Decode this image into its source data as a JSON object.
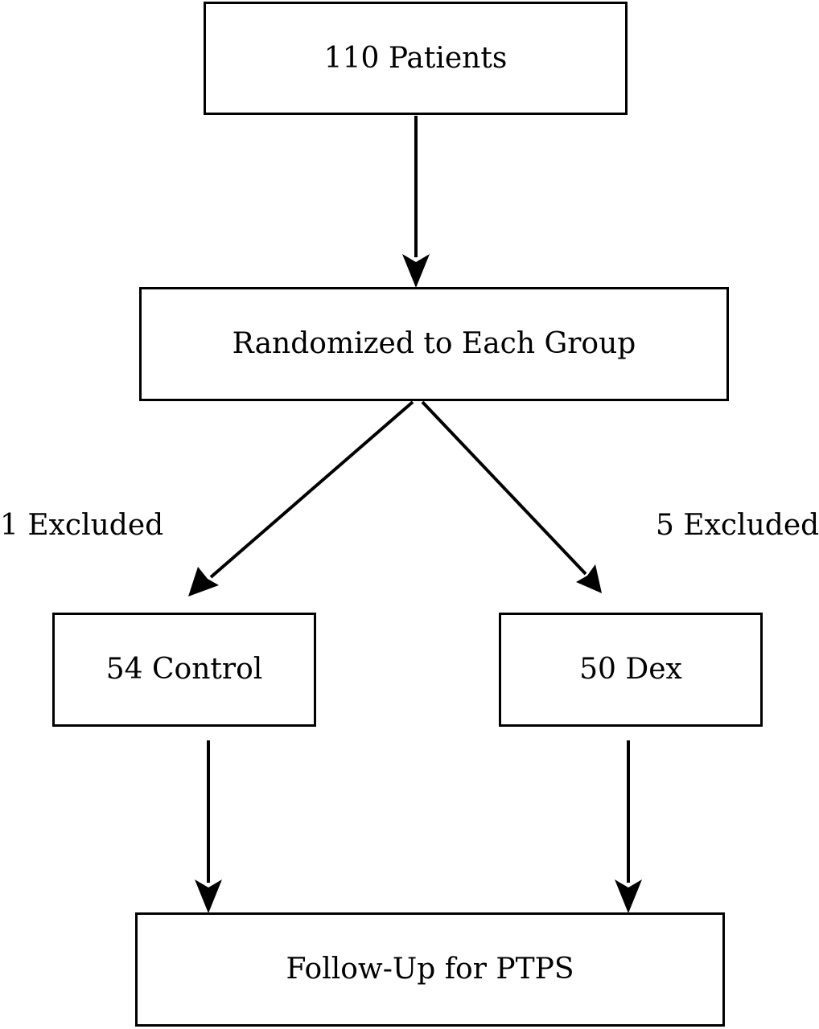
{
  "nodes": {
    "patients": "110 Patients",
    "randomized": "Randomized to Each Group",
    "control": "54 Control",
    "dex": "50 Dex",
    "follow_up": "Follow-Up for PTPS"
  },
  "edge_labels": {
    "left_excluded": "1 Excluded",
    "right_excluded": "5 Excluded"
  }
}
